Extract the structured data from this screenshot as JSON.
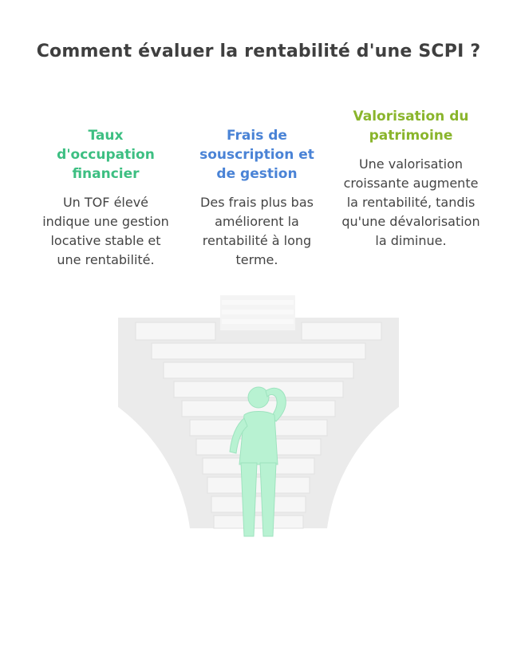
{
  "title": "Comment évaluer la rentabilité d'une SCPI ?",
  "columns": [
    {
      "heading": "Taux d'occupation financier",
      "body": "Un TOF élevé indique une gestion locative stable et une rentabilité.",
      "color": "#3dbf82"
    },
    {
      "heading": "Frais de souscription et de gestion",
      "body": "Des frais plus bas améliorent la rentabilité à long terme.",
      "color": "#4a83d6"
    },
    {
      "heading": "Valorisation du patrimoine",
      "body": "Une valorisation croissante augmente la rentabilité, tandis qu'une dévalorisation la diminue.",
      "color": "#8ab52c"
    }
  ],
  "illustration": {
    "icon": "person-scratching-head-at-stairs-icon",
    "stairs_color": "#e9e9e9",
    "person_color": "#b8f2d2"
  }
}
